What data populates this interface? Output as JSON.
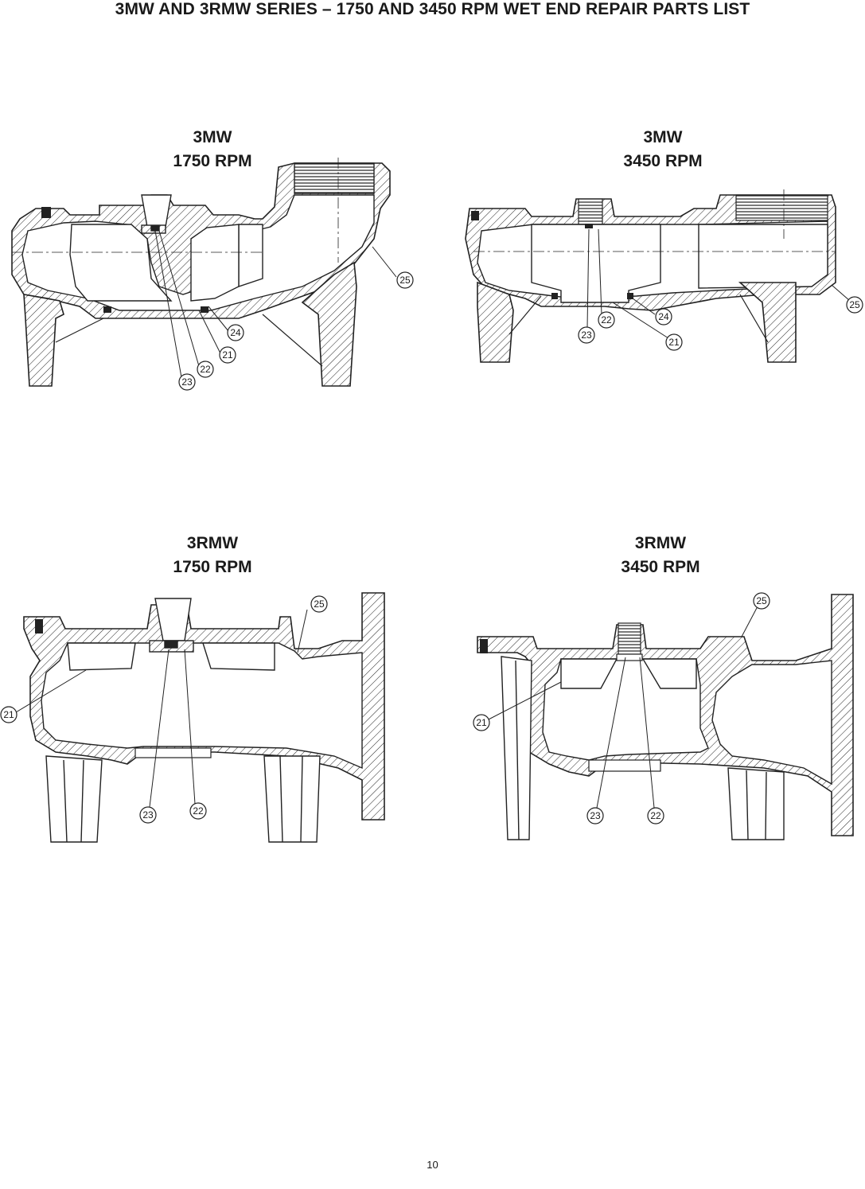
{
  "title": "3MW AND 3RMW SERIES – 1750 AND 3450 RPM WET END REPAIR PARTS LIST",
  "panels": [
    {
      "model": "3MW",
      "speed": "1750 RPM",
      "callouts": [
        "25",
        "24",
        "21",
        "22",
        "23"
      ]
    },
    {
      "model": "3MW",
      "speed": "3450 RPM",
      "callouts": [
        "25",
        "24",
        "22",
        "23",
        "21"
      ]
    },
    {
      "model": "3RMW",
      "speed": "1750 RPM",
      "callouts": [
        "25",
        "21",
        "23",
        "22"
      ]
    },
    {
      "model": "3RMW",
      "speed": "3450 RPM",
      "callouts": [
        "25",
        "21",
        "23",
        "22"
      ]
    }
  ],
  "page_number": "10"
}
